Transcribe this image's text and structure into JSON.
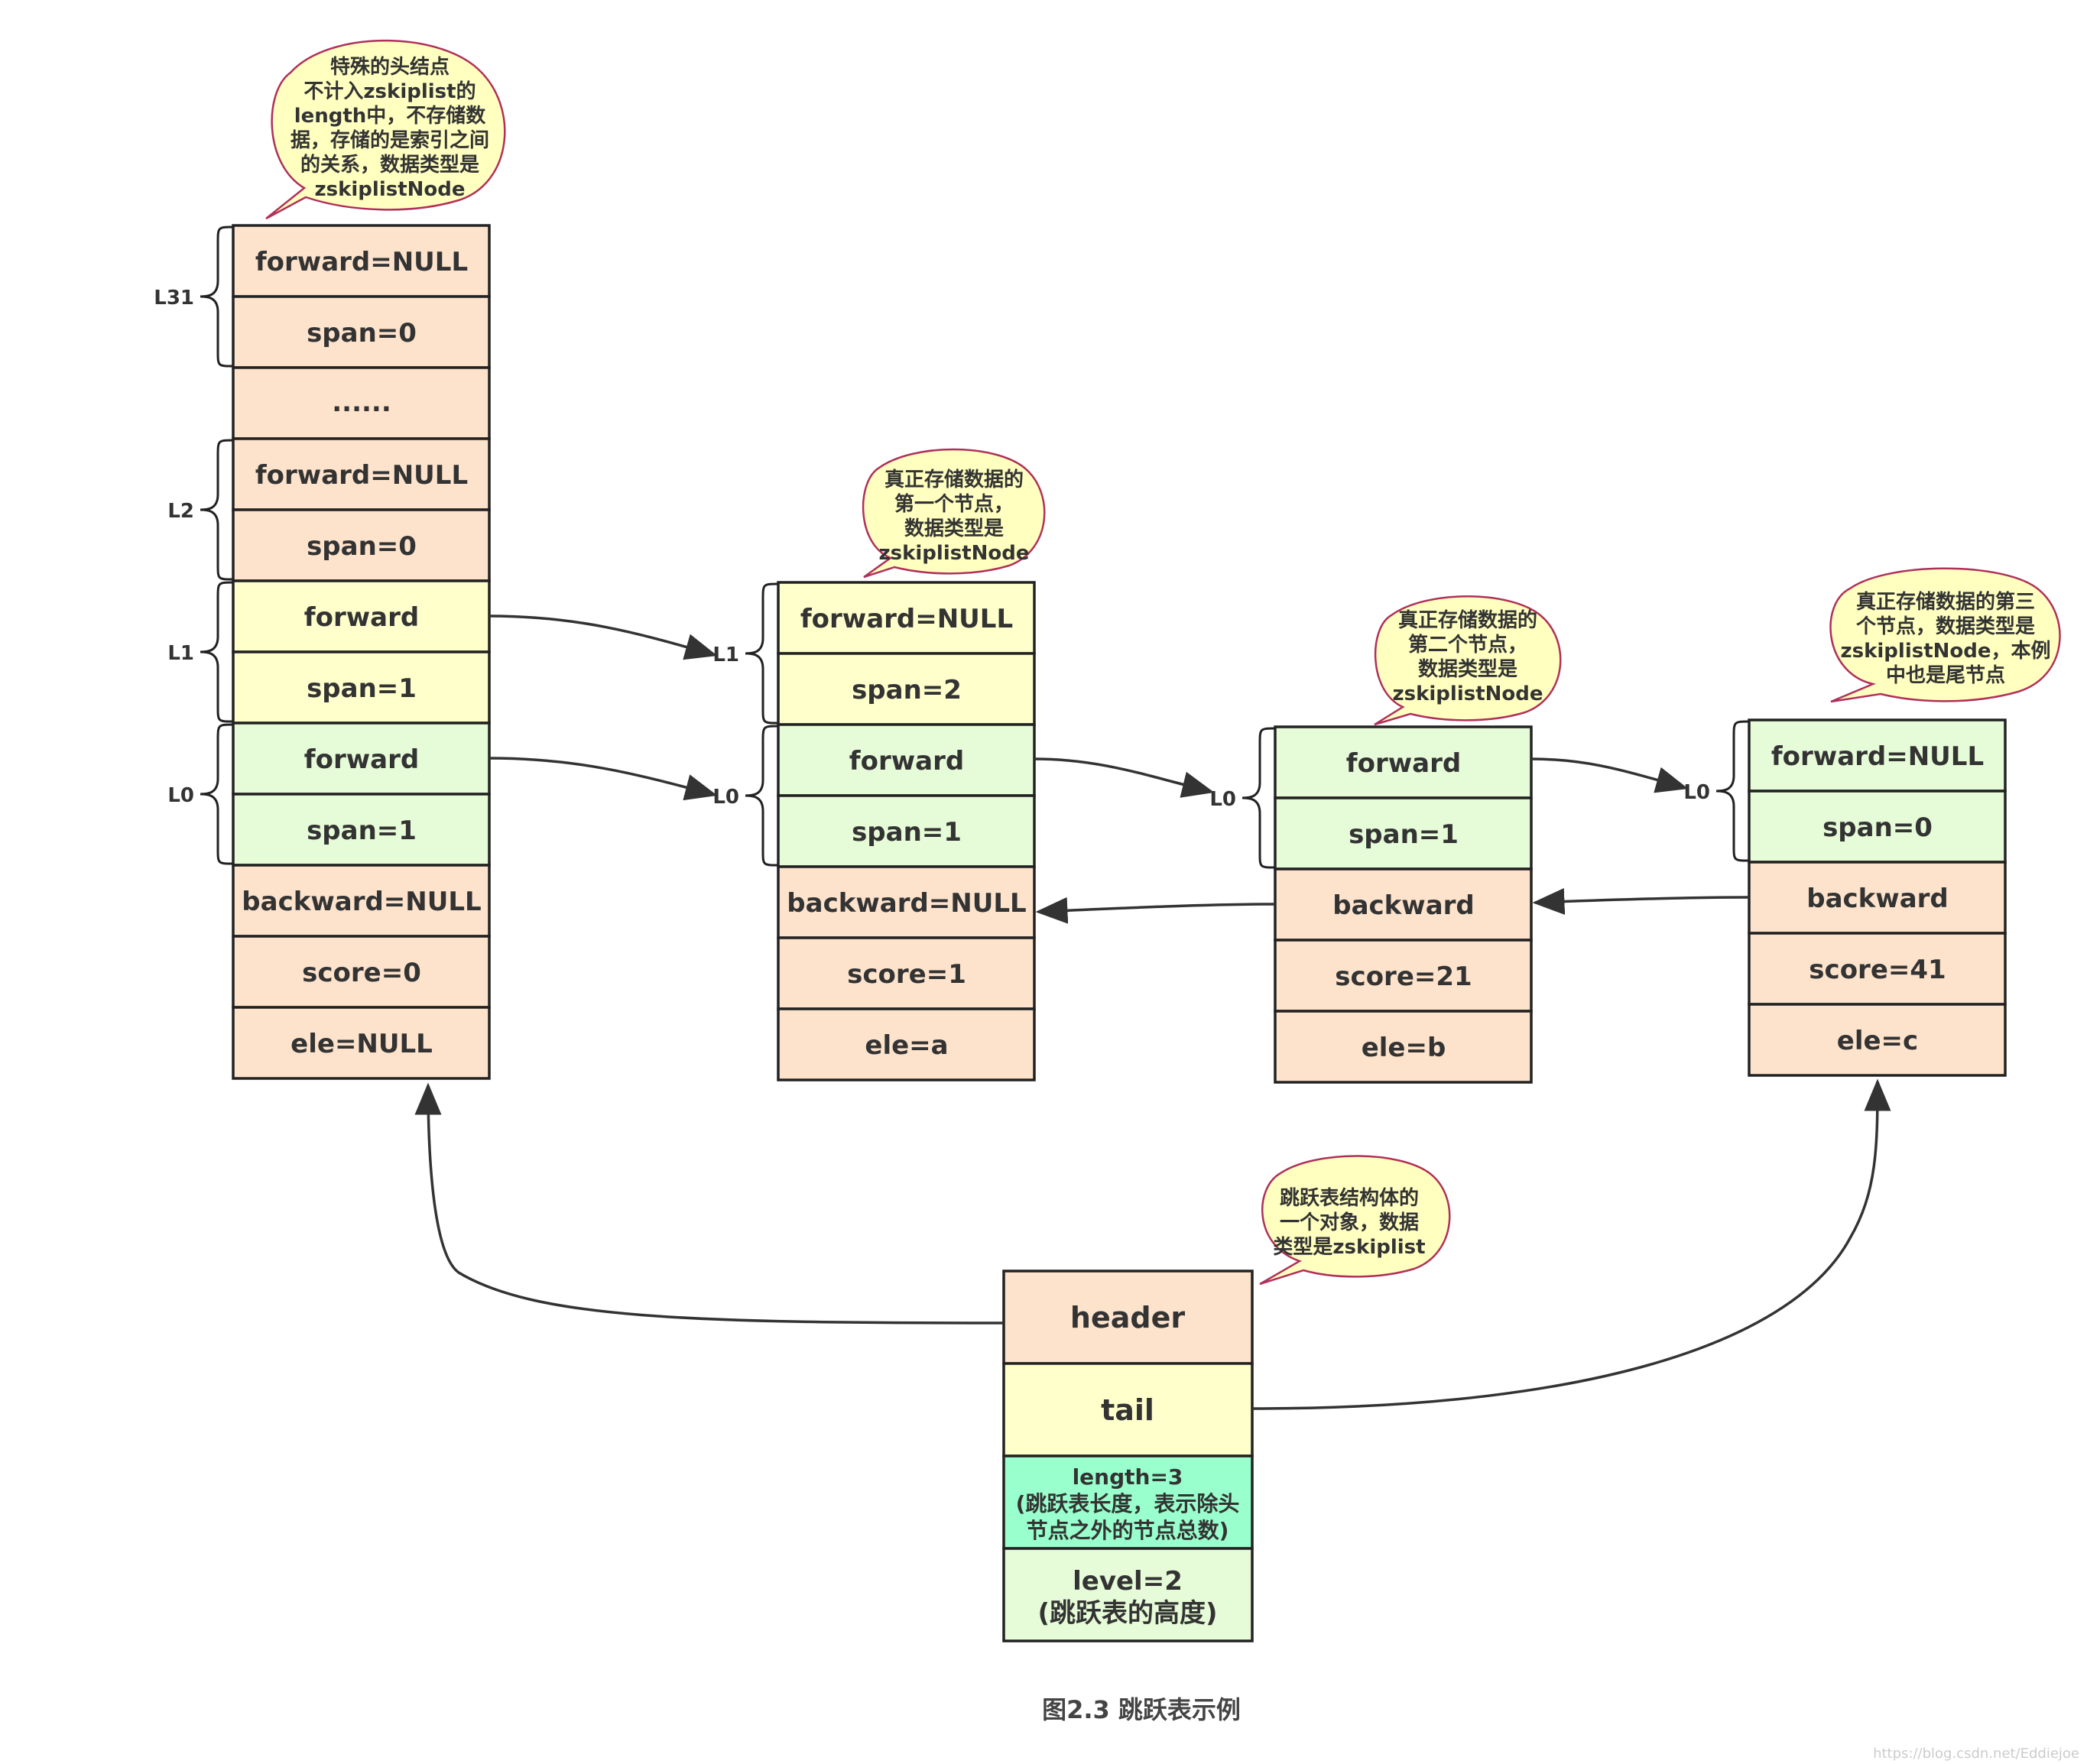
{
  "colors": {
    "peach": "#fde3cc",
    "yellow": "#ffffcc",
    "green": "#e6fbd7",
    "teal": "#99ffcc",
    "callout_fill": "#ffffc0",
    "callout_border": "#b0305a"
  },
  "nodes": {
    "head": {
      "cells": [
        "forward=NULL",
        "span=0",
        "......",
        "forward=NULL",
        "span=0",
        "forward",
        "span=1",
        "forward",
        "span=1",
        "backward=NULL",
        "score=0",
        "ele=NULL"
      ],
      "levels": [
        "L31",
        "L2",
        "L1",
        "L0"
      ]
    },
    "node1": {
      "cells": [
        "forward=NULL",
        "span=2",
        "forward",
        "span=1",
        "backward=NULL",
        "score=1",
        "ele=a"
      ],
      "levels": [
        "L1",
        "L0"
      ]
    },
    "node2": {
      "cells": [
        "forward",
        "span=1",
        "backward",
        "score=21",
        "ele=b"
      ],
      "levels": [
        "L0"
      ]
    },
    "node3": {
      "cells": [
        "forward=NULL",
        "span=0",
        "backward",
        "score=41",
        "ele=c"
      ],
      "levels": [
        "L0"
      ]
    },
    "zsl": {
      "cells": [
        "header",
        "tail",
        "length=3",
        "(跳跃表长度，表示除头",
        "节点之外的节点总数)",
        "level=2",
        "(跳跃表的高度)"
      ]
    }
  },
  "callouts": {
    "head": [
      "特殊的头结点",
      "不计入zskiplist的",
      "length中，不存储数",
      "据，存储的是索引之间",
      "的关系，数据类型是",
      "zskiplistNode"
    ],
    "node1": [
      "真正存储数据的",
      "第一个节点，",
      "数据类型是",
      "zskiplistNode"
    ],
    "node2": [
      "真正存储数据的",
      "第二个节点，",
      "数据类型是",
      "zskiplistNode"
    ],
    "node3": [
      "真正存储数据的第三",
      "个节点，数据类型是",
      "zskiplistNode，本例",
      "中也是尾节点"
    ],
    "zsl": [
      "跳跃表结构体的",
      "一个对象，数据",
      "类型是zskiplist"
    ]
  },
  "caption": "图2.3 跳跃表示例",
  "watermark": "https://blog.csdn.net/Eddiejoe"
}
